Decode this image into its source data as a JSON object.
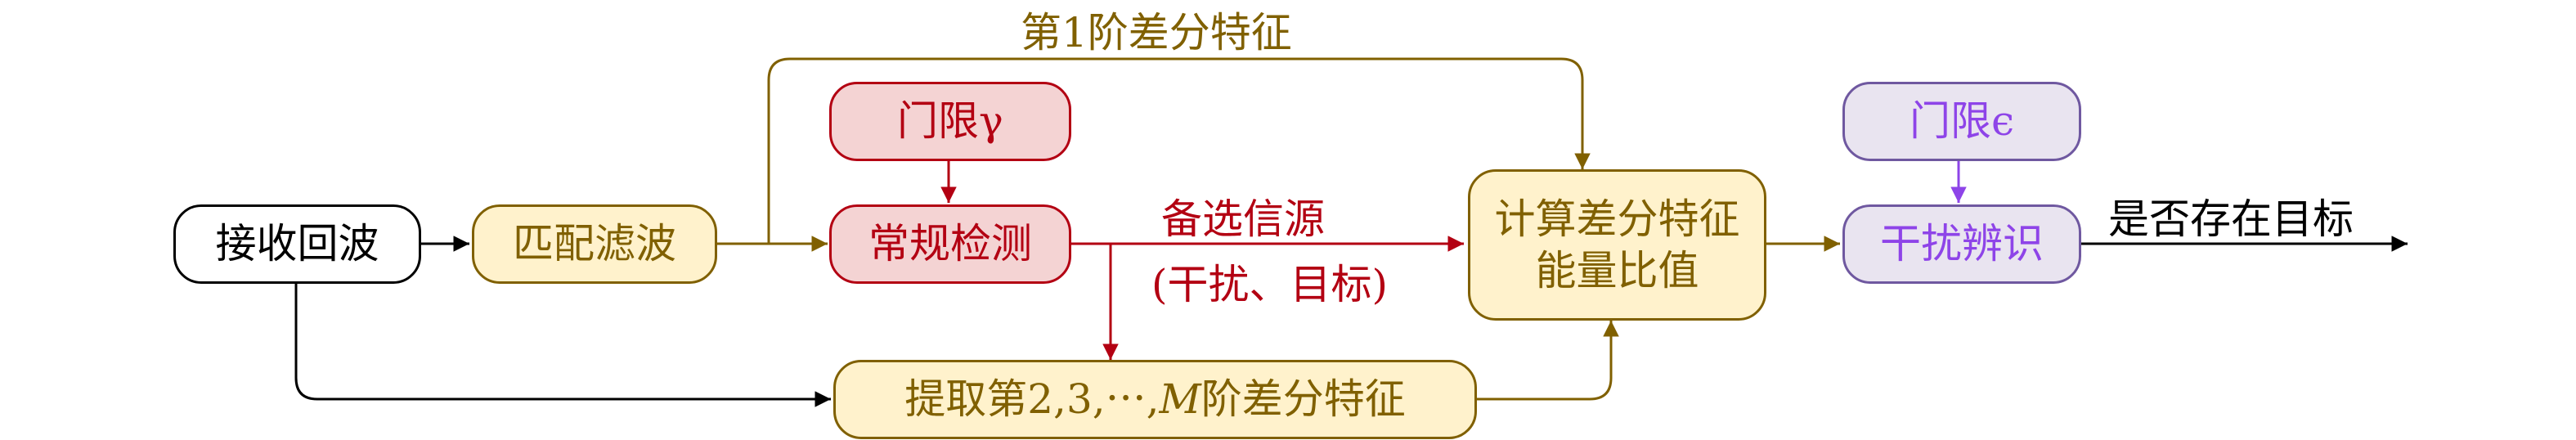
{
  "nodes": {
    "receive": "接收回波",
    "matched_filter": "匹配滤波",
    "threshold_gamma": "门限γ",
    "normal_detect": "常规检测",
    "extract_prefix": "提取第2,3,⋯,",
    "extract_m": "M",
    "extract_suffix": "阶差分特征",
    "compute_line1": "计算差分特征",
    "compute_line2": "能量比值",
    "threshold_eps": "门限ϵ",
    "identify": "干扰辨识"
  },
  "labels": {
    "first_order": "第1阶差分特征",
    "candidate": "备选信源",
    "candidate_sub": "(干扰、目标)",
    "output": "是否存在目标"
  },
  "colors": {
    "black": "#000000",
    "olive": "#806000",
    "red": "#b30012",
    "purple": "#8e44e8"
  }
}
